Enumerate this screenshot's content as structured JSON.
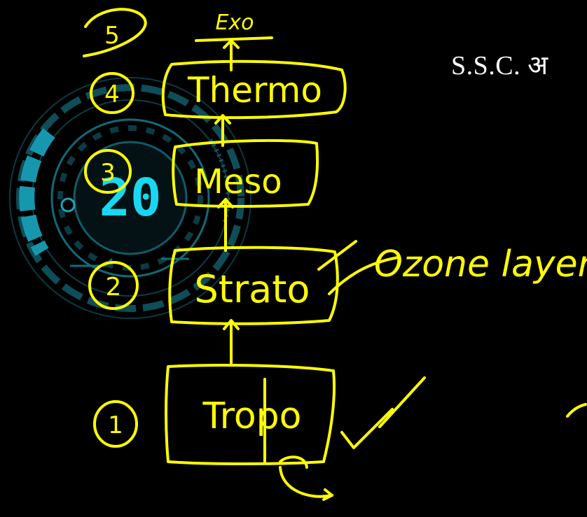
{
  "heading": "S.S.C. अ",
  "timer": {
    "value": "20"
  },
  "steps": [
    {
      "number": "5",
      "label": "Exo"
    },
    {
      "number": "4",
      "label": "Thermo"
    },
    {
      "number": "3",
      "label": "Meso"
    },
    {
      "number": "2",
      "label": "Strato"
    },
    {
      "number": "1",
      "label": "Tropo"
    }
  ],
  "annotation": "Ozone layer",
  "colors": {
    "background": "#000000",
    "ink": "#ffff00",
    "timer": "#17d8f0",
    "heading": "#ffffff"
  },
  "icons": [
    "countdown-timer-dial-icon",
    "arrow-up-icon",
    "checkmark-icon"
  ]
}
